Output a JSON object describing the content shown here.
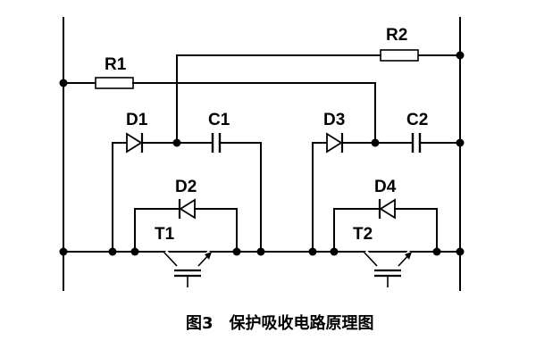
{
  "labels": {
    "r1": "R1",
    "r2": "R2",
    "d1": "D1",
    "d2": "D2",
    "d3": "D3",
    "d4": "D4",
    "c1": "C1",
    "c2": "C2",
    "t1": "T1",
    "t2": "T2"
  },
  "caption": "图3　保护吸收电路原理图"
}
